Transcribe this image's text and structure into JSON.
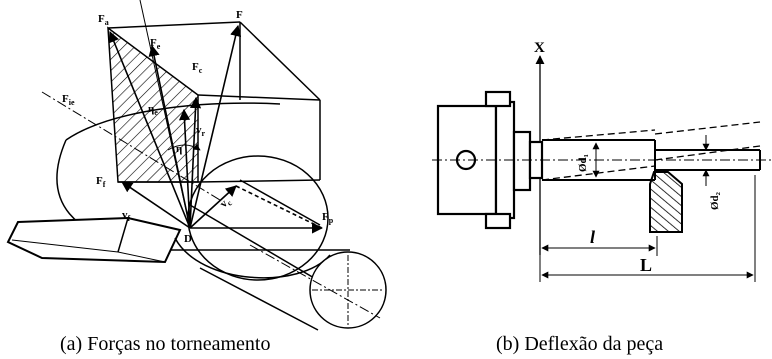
{
  "panel_a": {
    "labels": {
      "fa": "F",
      "fa_sub": "a",
      "fe": "F",
      "fe_sub": "e",
      "f": "F",
      "fc": "F",
      "fc_sub": "c",
      "fie": "F",
      "fie_sub": "ie",
      "ie": "η",
      "ie_sub": "e",
      "vr": "v",
      "vr_sub": "r",
      "eta": "η",
      "ff": "F",
      "ff_sub": "f",
      "vf": "v",
      "vf_sub": "f",
      "vc": "v",
      "vc_sub": "c",
      "d": "D",
      "fp": "F",
      "fp_sub": "p"
    },
    "caption": "(a) Forças no torneamento"
  },
  "panel_b": {
    "labels": {
      "x": "X",
      "d1": "Ød₁",
      "d2": "Ød₂",
      "l": "l",
      "L": "L"
    },
    "caption": "(b) Deflexão da peça"
  },
  "colors": {
    "ink": "#000000",
    "background": "#ffffff"
  }
}
